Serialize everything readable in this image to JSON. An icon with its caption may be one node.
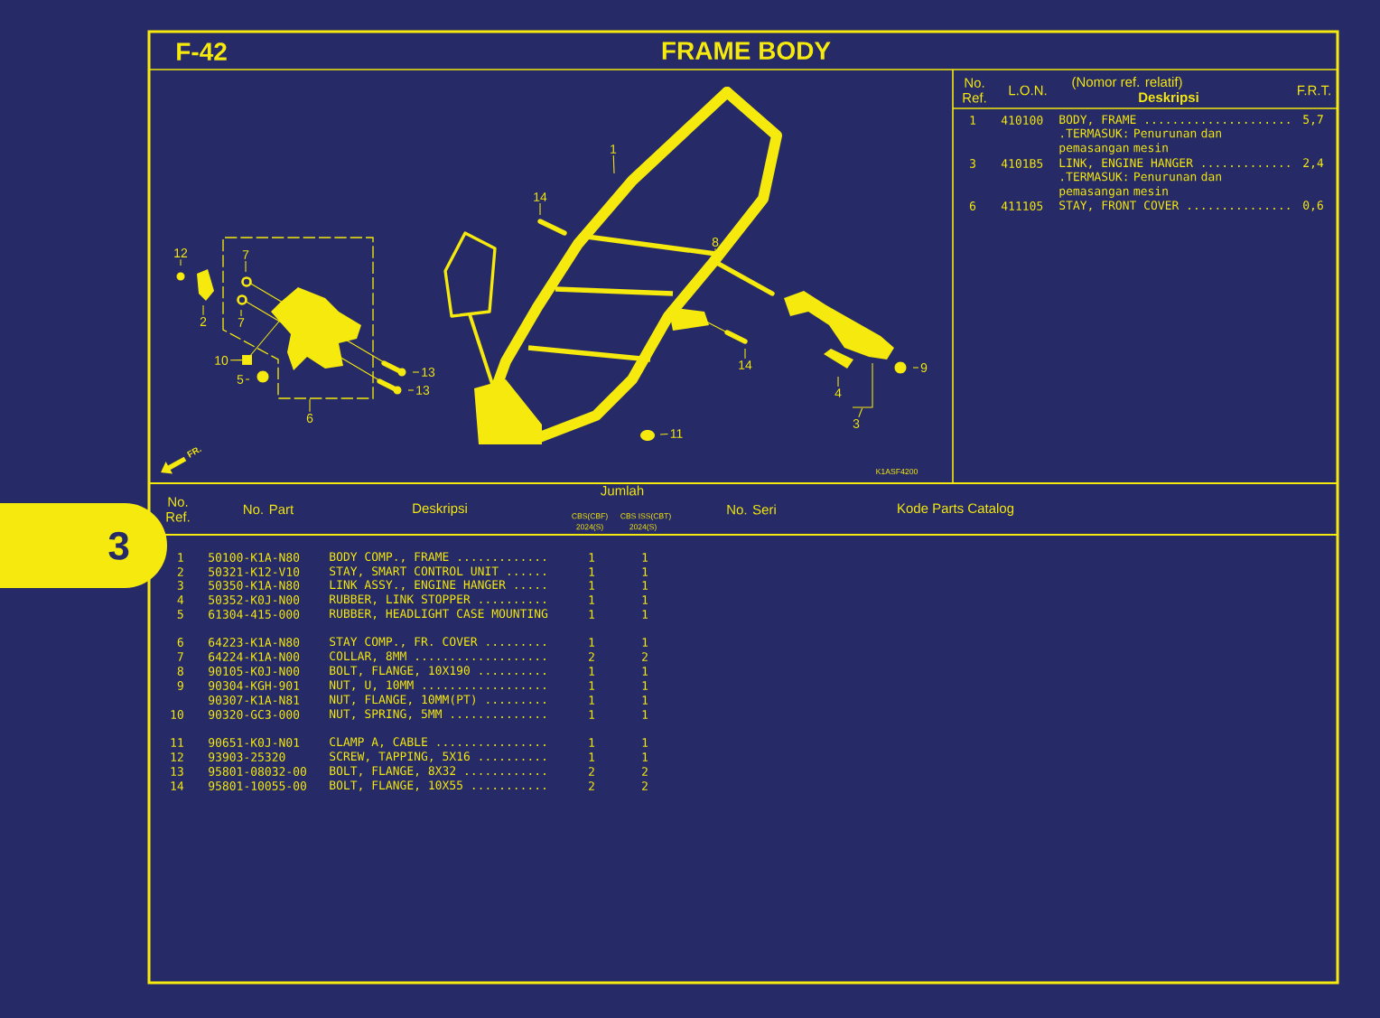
{
  "diagram": {
    "title": "FRAME BODY",
    "nodes": [
      {
        "text": [
          "1"
        ]
      },
      {
        "text": [
          "14"
        ]
      },
      {
        "text": [
          "12"
        ]
      },
      {
        "text": [
          "7"
        ]
      },
      {
        "text": [
          "2"
        ]
      },
      {
        "text": [
          "7"
        ]
      },
      {
        "text": [
          "10"
        ]
      },
      {
        "text": [
          "5"
        ]
      },
      {
        "text": [
          "13"
        ]
      },
      {
        "text": [
          "13"
        ]
      },
      {
        "text": [
          "6"
        ]
      },
      {
        "text": [
          "8"
        ]
      },
      {
        "text": [
          "14"
        ]
      },
      {
        "text": [
          "9"
        ]
      },
      {
        "text": [
          "4"
        ]
      },
      {
        "text": [
          "3"
        ]
      },
      {
        "text": [
          "11"
        ]
      },
      {
        "text": [
          "3"
        ]
      },
      {
        "text": [],
        "shape": "bracket"
      },
      {
        "text": [],
        "shape": "box"
      }
    ],
    "edges": [
      {
        "from": 0,
        "to": null,
        "arrow": "none"
      },
      {
        "from": 1,
        "to": null,
        "arrow": "none"
      },
      {
        "from": 2,
        "to": null,
        "arrow": "none"
      },
      {
        "from": 3,
        "to": null,
        "arrow": "none"
      },
      {
        "from": 4,
        "to": null,
        "arrow": "none"
      },
      {
        "from": 5,
        "to": null,
        "arrow": "none"
      },
      {
        "from": 6,
        "to": 19,
        "arrow": "none"
      },
      {
        "from": 7,
        "to": null,
        "arrow": "none"
      },
      {
        "from": 8,
        "to": null,
        "arrow": "none"
      },
      {
        "from": 9,
        "to": null,
        "arrow": "none"
      },
      {
        "from": 10,
        "to": null,
        "arrow": "none"
      },
      {
        "from": 11,
        "to": null,
        "arrow": "none"
      },
      {
        "from": 12,
        "to": null,
        "arrow": "none"
      },
      {
        "from": 13,
        "to": null,
        "arrow": "none"
      },
      {
        "from": 14,
        "to": null,
        "arrow": "none"
      },
      {
        "from": 15,
        "to": 18,
        "arrow": "none"
      },
      {
        "from": 16,
        "to": null,
        "arrow": "none"
      }
    ],
    "labels": [
      "F-42",
      "FR.",
      "K1ASF4200",
      "No. Ref.",
      "L.O.N.",
      "(Nomor ref. relatif)",
      "Deskripsi",
      "F.R.T.",
      "1",
      "410100",
      "BODY, FRAME .....................",
      ".TERMASUK: Penurunan dan pemasangan mesin",
      "5,7",
      "3",
      "4101B5",
      "LINK, ENGINE HANGER .............",
      ".TERMASUK: Penurunan dan pemasangan mesin",
      "2,4",
      "6",
      "411105",
      "STAY, FRONT COVER ...............",
      "0,6",
      "No. Ref.",
      "No. Part",
      "Deskripsi",
      "Jumlah",
      "CBS(CBF)",
      "CBS ISS(CBT)",
      "2024(S)",
      "2024(S)",
      "No. Seri",
      "Kode Parts Catalog",
      "1",
      "50100-K1A-N80",
      "BODY COMP., FRAME .............",
      "1",
      "1",
      "2",
      "50321-K12-V10",
      "STAY, SMART CONTROL UNIT ......",
      "1",
      "1",
      "3",
      "50350-K1A-N80",
      "LINK ASSY., ENGINE HANGER .....",
      "1",
      "1",
      "4",
      "50352-K0J-N00",
      "RUBBER, LINK STOPPER ..........",
      "1",
      "1",
      "5",
      "61304-415-000",
      "RUBBER, HEADLIGHT CASE MOUNTING",
      "1",
      "1",
      "6",
      "64223-K1A-N80",
      "STAY COMP., FR. COVER .........",
      "1",
      "1",
      "7",
      "64224-K1A-N00",
      "COLLAR, 8MM ...................",
      "2",
      "2",
      "8",
      "90105-K0J-N00",
      "BOLT, FLANGE, 10X190 ..........",
      "1",
      "1",
      "9",
      "90304-KGH-901",
      "NUT, U, 10MM ..................",
      "1",
      "1",
      "90307-K1A-N81",
      "NUT, FLANGE, 10MM(PT) .........",
      "1",
      "1",
      "10",
      "90320-GC3-000",
      "NUT, SPRING, 5MM ..............",
      "1",
      "1",
      "11",
      "90651-K0J-N01",
      "CLAMP A, CABLE ................",
      "1",
      "1",
      "12",
      "93903-25320",
      "SCREW, TAPPING, 5X16 ..........",
      "1",
      "1",
      "13",
      "95801-08032-00",
      "BOLT, FLANGE, 8X32 ............",
      "2",
      "2",
      "14",
      "95801-10055-00",
      "BOLT, FLANGE, 10X55 ...........",
      "2",
      "2"
    ]
  }
}
